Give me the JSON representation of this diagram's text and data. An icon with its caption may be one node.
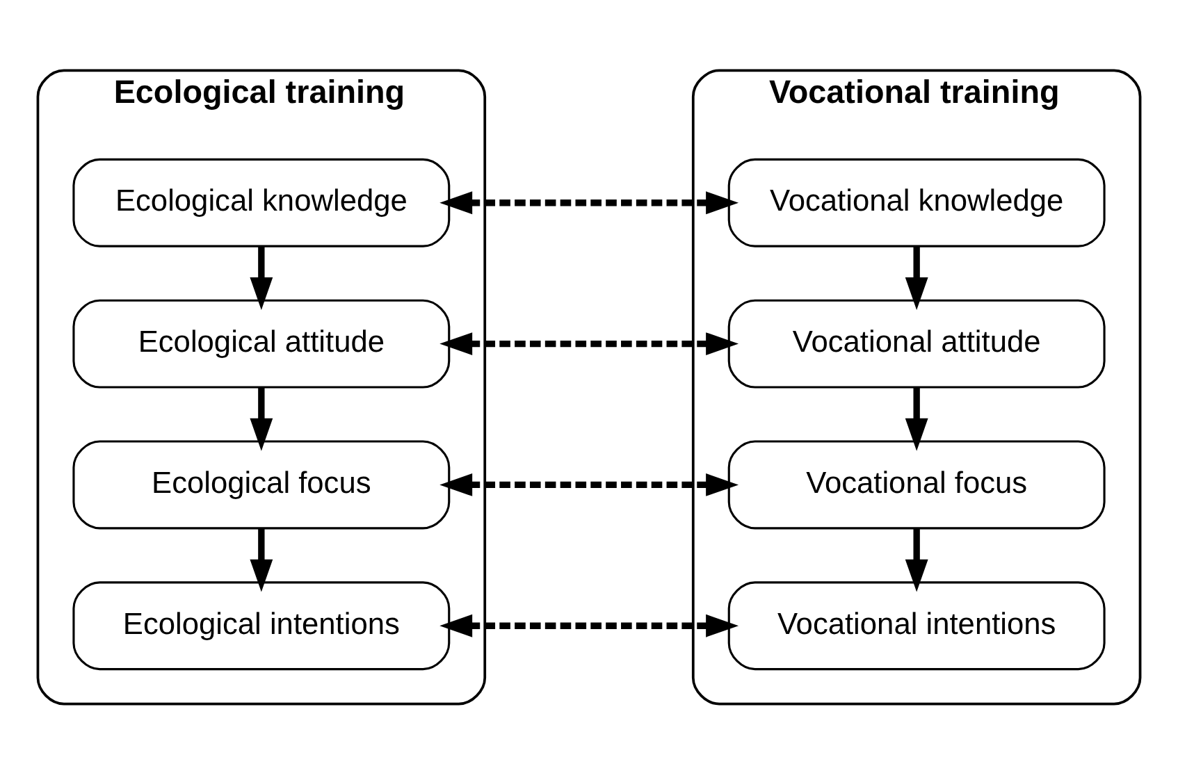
{
  "diagram": {
    "nodes": [
      {
        "text": [
          "Ecological training"
        ]
      },
      {
        "text": [
          "Ecological knowledge"
        ],
        "in": 0
      },
      {
        "text": [
          "Ecological attitude"
        ],
        "in": 0
      },
      {
        "text": [
          "Ecological focus"
        ],
        "in": 0
      },
      {
        "text": [
          "Ecological intentions"
        ],
        "in": 0
      },
      {
        "text": [
          "Vocational training"
        ]
      },
      {
        "text": [
          "Vocational knowledge"
        ],
        "in": 5
      },
      {
        "text": [
          "Vocational attitude"
        ],
        "in": 5
      },
      {
        "text": [
          "Vocational focus"
        ],
        "in": 5
      },
      {
        "text": [
          "Vocational intentions"
        ],
        "in": 5
      }
    ],
    "edges": [
      {
        "from": 1,
        "to": 2,
        "arrow": "to"
      },
      {
        "from": 2,
        "to": 3,
        "arrow": "to"
      },
      {
        "from": 3,
        "to": 4,
        "arrow": "to"
      },
      {
        "from": 6,
        "to": 7,
        "arrow": "to"
      },
      {
        "from": 7,
        "to": 8,
        "arrow": "to"
      },
      {
        "from": 8,
        "to": 9,
        "arrow": "to"
      },
      {
        "from": 1,
        "to": 6,
        "arrow": "both",
        "style": "dashed"
      },
      {
        "from": 2,
        "to": 7,
        "arrow": "both",
        "style": "dashed"
      },
      {
        "from": 3,
        "to": 8,
        "arrow": "both",
        "style": "dashed"
      },
      {
        "from": 4,
        "to": 9,
        "arrow": "both",
        "style": "dashed"
      }
    ]
  }
}
